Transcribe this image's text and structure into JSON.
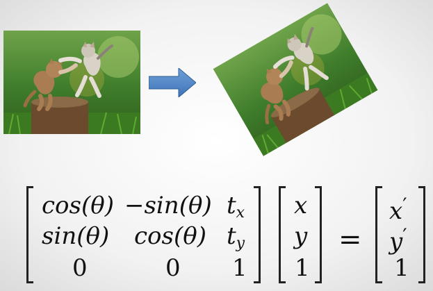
{
  "figure": {
    "original_photo": {
      "description": "two kittens photo",
      "rotation_deg": 0
    },
    "rotated_photo": {
      "description": "two kittens photo rotated",
      "rotation_deg": -30
    },
    "arrow_color": "#4f86c6"
  },
  "equation": {
    "rotation_matrix": [
      [
        "cos(θ)",
        "−sin(θ)",
        "t_x"
      ],
      [
        "sin(θ)",
        "cos(θ)",
        "t_y"
      ],
      [
        "0",
        "0",
        "1"
      ]
    ],
    "input_vector": [
      "x",
      "y",
      "1"
    ],
    "equals": "=",
    "output_vector": [
      "x′",
      "y′",
      "1"
    ]
  },
  "labels": {
    "m00": "cos(θ)",
    "m01": "−sin(θ)",
    "m02_base": "t",
    "m02_sub": "x",
    "m10": "sin(θ)",
    "m11": "cos(θ)",
    "m12_base": "t",
    "m12_sub": "y",
    "m20": "0",
    "m21": "0",
    "m22": "1",
    "v0": "x",
    "v1": "y",
    "v2": "1",
    "eq": "=",
    "o0_base": "x",
    "o0_prime": "′",
    "o1_base": "y",
    "o1_prime": "′",
    "o2": "1"
  }
}
